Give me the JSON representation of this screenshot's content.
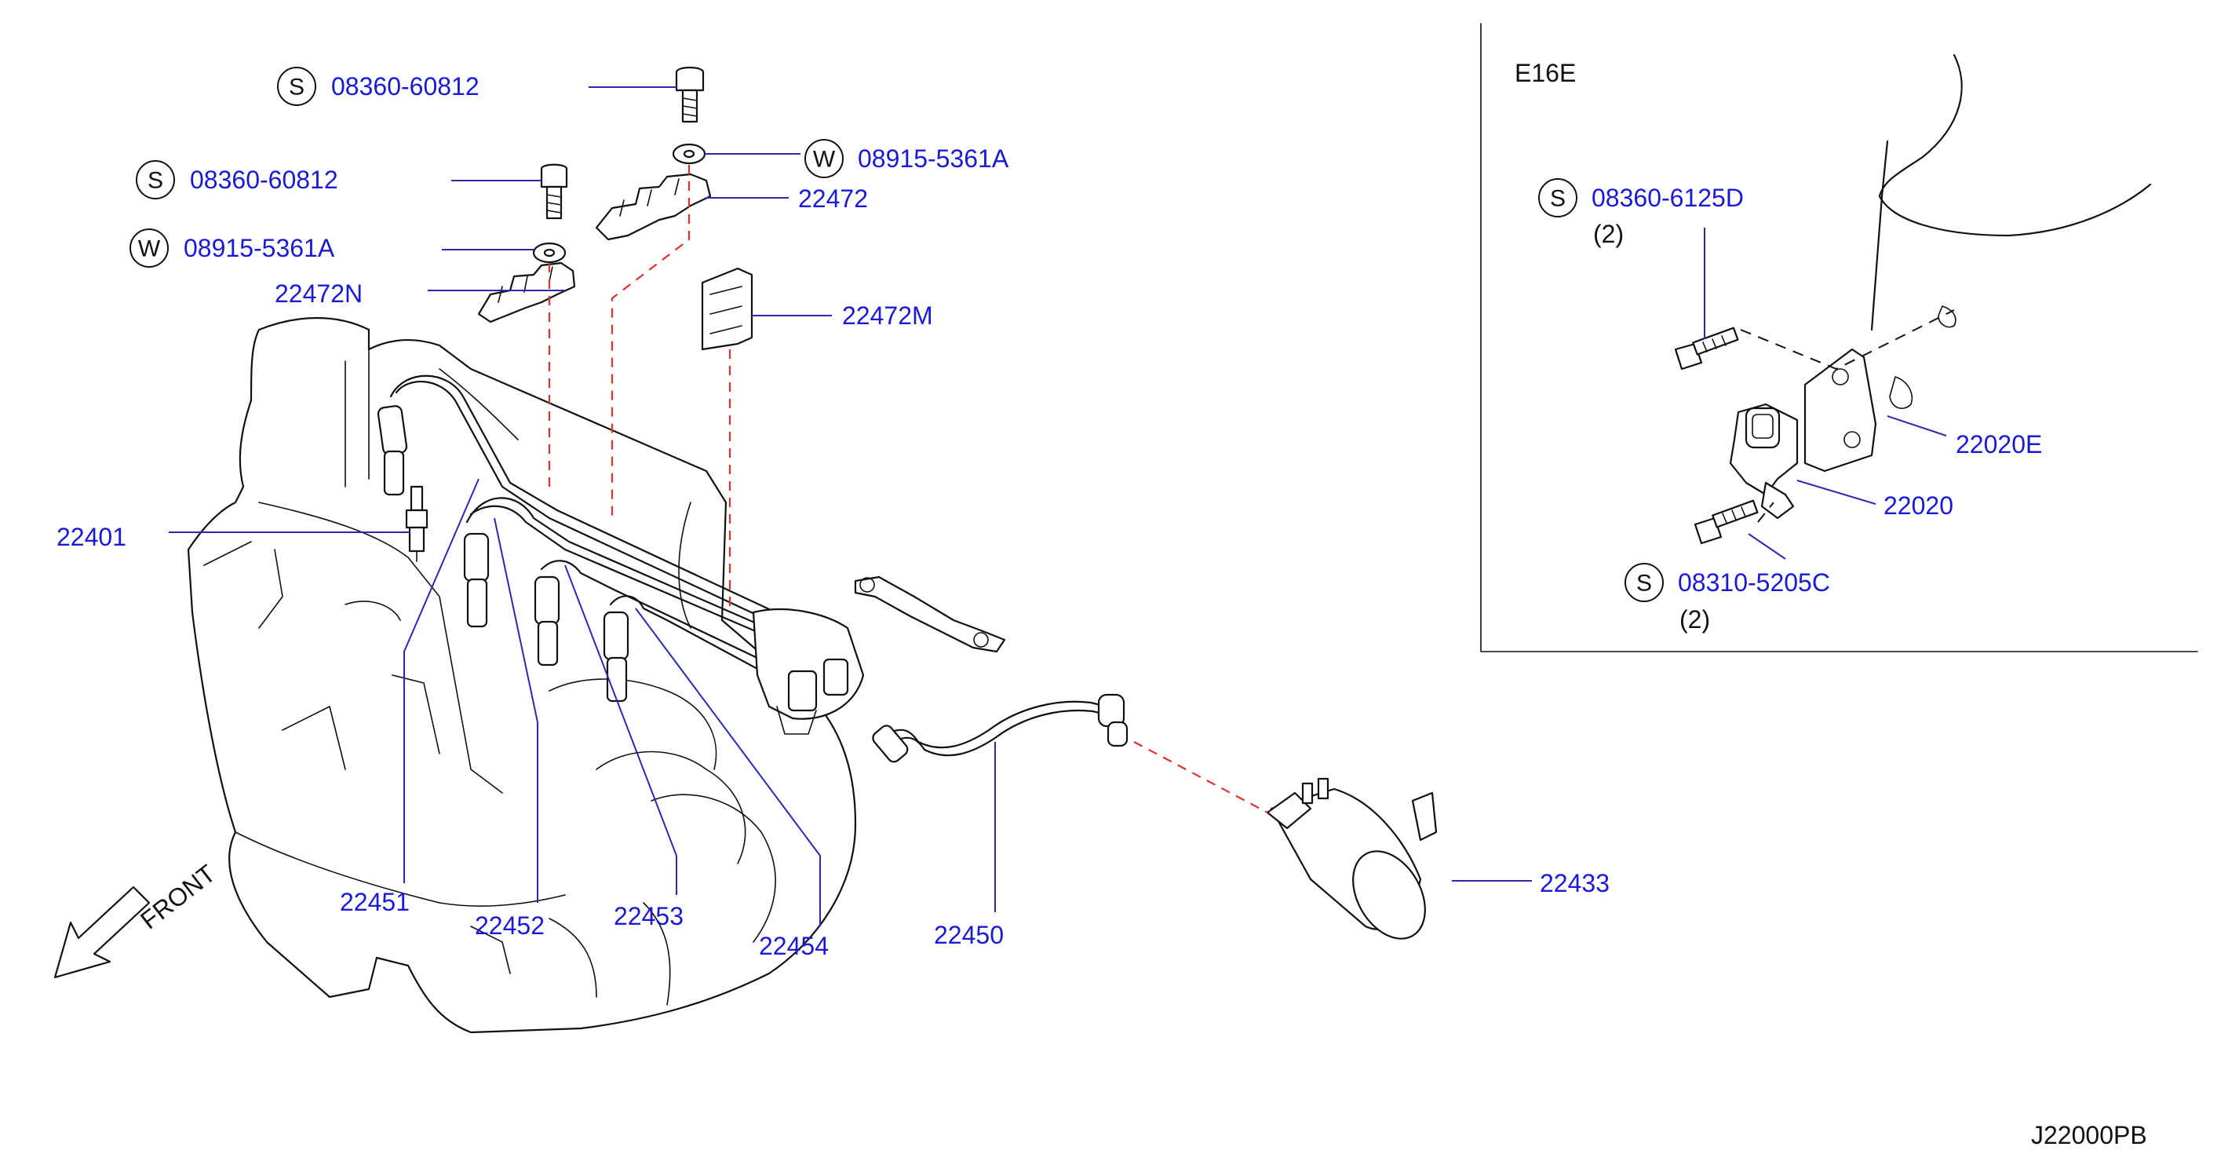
{
  "inset": {
    "title": "E16E",
    "items": [
      {
        "prefix": "S",
        "part": "08360-6125D",
        "qty": "(2)"
      },
      {
        "part": "22020E"
      },
      {
        "part": "22020"
      },
      {
        "prefix": "S",
        "part": "08310-5205C",
        "qty": "(2)"
      }
    ]
  },
  "callouts": {
    "bolt_top": {
      "prefix": "S",
      "part": "08360-60812"
    },
    "washer_top": {
      "prefix": "W",
      "part": "08915-5361A"
    },
    "bolt_left": {
      "prefix": "S",
      "part": "08360-60812"
    },
    "washer_left": {
      "prefix": "W",
      "part": "08915-5361A"
    },
    "clamp_22472": "22472",
    "clamp_22472N": "22472N",
    "clamp_22472M": "22472M",
    "spark_plug": "22401",
    "cable_22451": "22451",
    "cable_22452": "22452",
    "cable_22453": "22453",
    "cable_22454": "22454",
    "cable_22450": "22450",
    "coil_22433": "22433"
  },
  "front_label": "FRONT",
  "diagram_code": "J22000PB"
}
